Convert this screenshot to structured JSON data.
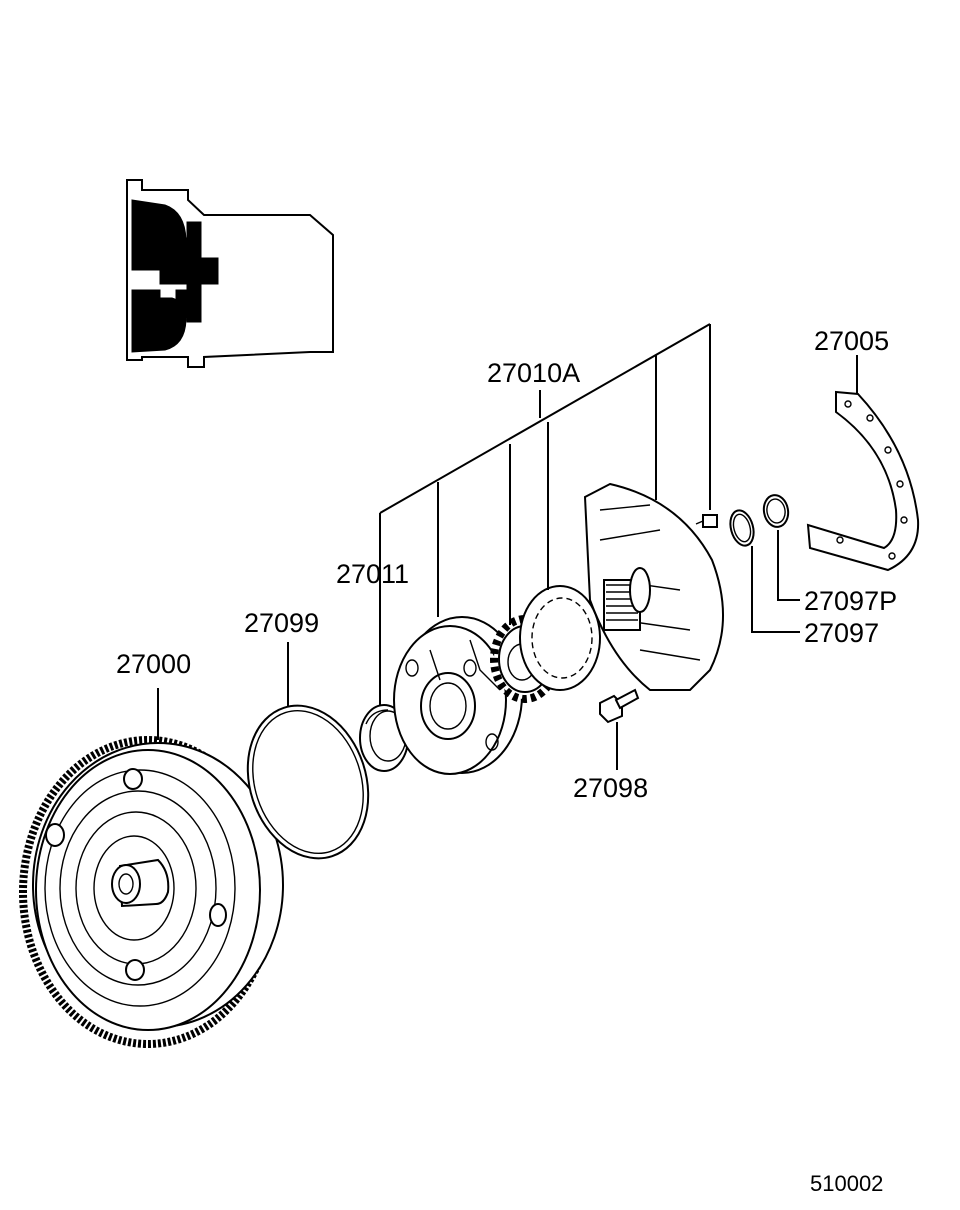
{
  "labels": {
    "torque_converter": "27000",
    "o_ring": "27099",
    "oil_seal": "27011",
    "pump_assembly": "27010A",
    "gasket": "27005",
    "seal_ring_p": "27097P",
    "seal_ring": "27097",
    "bolt": "27098"
  },
  "reference_code": "510002"
}
